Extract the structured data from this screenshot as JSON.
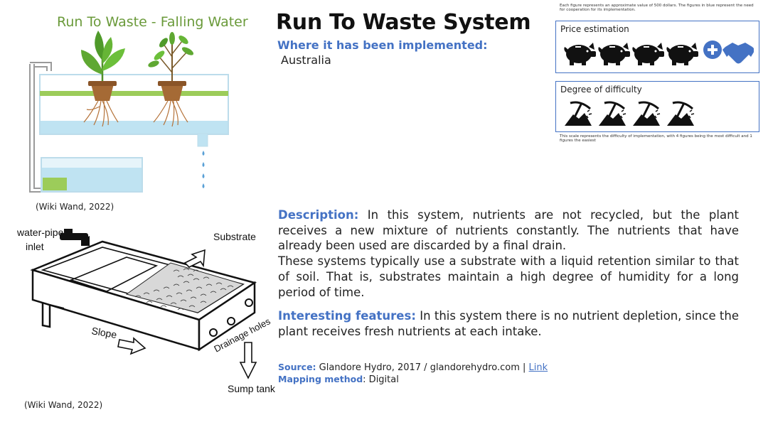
{
  "diagram_top": {
    "title": "Run To Waste - Falling Water",
    "caption": "(Wiki Wand, 2022)"
  },
  "diagram_bottom": {
    "labels": {
      "water_pipe": "water-pipe",
      "inlet": "inlet",
      "substrate": "Substrate",
      "slope": "Slope",
      "drainage": "Drainage holes",
      "sump": "Sump tank"
    },
    "caption": "(Wiki Wand, 2022)"
  },
  "header": {
    "title": "Run To Waste System",
    "implemented_label": "Where it has been implemented:",
    "implemented_value": "Australia"
  },
  "price": {
    "note": "Each figure represents an approximate value of 500 dollars. The figures in blue represent the need for cooperation for its implementation.",
    "title": "Price estimation",
    "figure_count": 4,
    "icon": "piggy-bank-icon",
    "extra_icons": [
      "plus-icon",
      "handshake-icon"
    ],
    "cooperation_color": "#4472c4"
  },
  "difficulty": {
    "title": "Degree  of difficulty",
    "figure_count": 4,
    "icon": "pickaxe-icon",
    "note": "This scale represents the difficulty of implementation, with 4 figures being the most difficult and 1 figures the easiest"
  },
  "description": {
    "label": "Description:",
    "text1": " In this system, nutrients are not recycled, but the plant receives a new mixture of nutrients constantly. The nutrients that have already been used are discarded by a final drain.",
    "text2": "These systems typically use a substrate with a liquid retention similar to that of soil. That is, substrates maintain a high degree of humidity for a long period of time.",
    "features_label": "Interesting features:",
    "features_text": " In this system there is no nutrient depletion, since the plant receives fresh nutrients at each intake."
  },
  "source": {
    "label": "Source:",
    "value": " Glandore Hydro, 2017 / glandorehydro.com  | ",
    "link": "Link",
    "mapping_label": "Mapping method",
    "mapping_value": ": Digital"
  },
  "colors": {
    "accent": "#4472c4",
    "title_green": "#6a9a3a",
    "water": "#bfe3f2",
    "rail": "#9ccc5a"
  }
}
